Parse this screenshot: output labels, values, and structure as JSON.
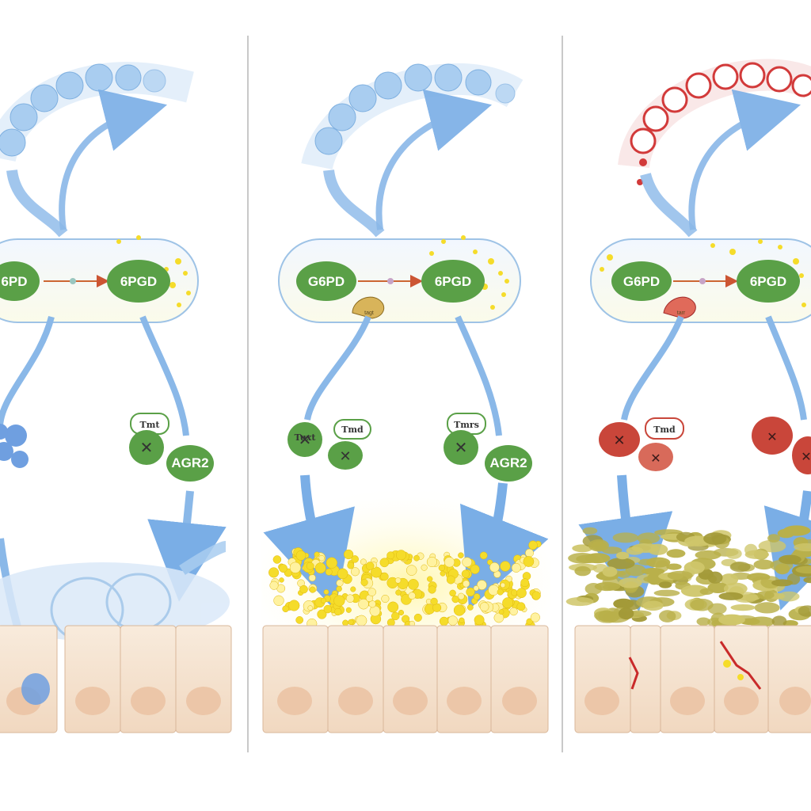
{
  "panels": [
    {
      "id": "left",
      "enzyme_a": "6PD",
      "enzyme_b": "6PGD",
      "tag_mid": "Tmt",
      "protein_right": "AGR2",
      "chain_style": "blue",
      "layer_style": "blue-dispersed",
      "tag_small": ""
    },
    {
      "id": "middle",
      "enzyme_a": "G6PD",
      "enzyme_b": "6PGD",
      "tag_mid": "Tmd",
      "tag_left": "Tuxt",
      "protein_right": "AGR2",
      "tag_right": "Tmrs",
      "chain_style": "blue",
      "layer_style": "yellow-granules",
      "tag_small": "tagt"
    },
    {
      "id": "right",
      "enzyme_a": "G6PD",
      "enzyme_b": "6PGD",
      "tag_mid": "Tmd",
      "chain_style": "red",
      "layer_style": "olive-layer",
      "tag_small": "tarr"
    }
  ],
  "colors": {
    "enzyme_green": "#5aa047",
    "arrow_blue": "#8ab8e8",
    "bead_blue": "#a9cdf0",
    "bead_red": "#d23a3a",
    "granule_yellow": "#f5dc2a",
    "olive": "#b9b04a",
    "cell_fill": "#f6e3d0",
    "nucleus": "#ecc6a8",
    "divider": "#c9c9c9"
  }
}
